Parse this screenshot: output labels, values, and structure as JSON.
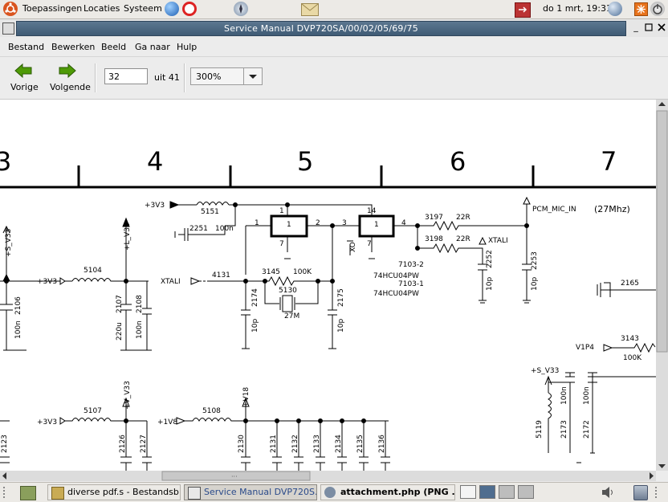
{
  "top_panel": {
    "menus": [
      "Toepassingen",
      "Locaties",
      "Systeem"
    ],
    "clock": "do 1 mrt, 19:31"
  },
  "window": {
    "title": "Service Manual DVP720SA/00/02/05/69/75"
  },
  "menubar": [
    "Bestand",
    "Bewerken",
    "Beeld",
    "Ga naar",
    "Hulp"
  ],
  "toolbar": {
    "back_label": "Vorige",
    "forward_label": "Volgende",
    "page_value": "32",
    "page_of": "uit 41",
    "zoom_value": "300%"
  },
  "schematic": {
    "grid_numbers": [
      "3",
      "4",
      "5",
      "6",
      "7"
    ],
    "labels": {
      "v3v3_top": "+3V3",
      "r5151": "5151",
      "c2251": "2251",
      "c2251_val": "100n",
      "pin1a": "1",
      "pin2": "2",
      "pin3": "3",
      "pin4": "4",
      "pin14": "14",
      "pin7a": "7",
      "pin7b": "7",
      "pin1b": "1",
      "box1": "1",
      "box2": "1",
      "r3197": "3197",
      "r3197_val": "22R",
      "r3198": "3198",
      "r3198_val": "22R",
      "pcm": "PCM_MIC_IN",
      "freq": "(27Mhz)",
      "xtali_r": "XTALI",
      "xo": "XO",
      "c2252": "2252",
      "c2252_val": "10p",
      "c2253": "2253",
      "c2253_val": "10p",
      "ic7103_2": "7103-2",
      "ic7103_1": "7103-1",
      "ic_type1": "74HCU04PW",
      "ic_type2": "74HCU04PW",
      "s_v33_left": "+S_V33",
      "l_v33": "+L_V33",
      "v3v3_mid": "+3V3",
      "l5104": "5104",
      "c2106": "2106",
      "c2106_val": "100n",
      "c2107": "2107",
      "c2107_val": "220u",
      "c2108": "2108",
      "c2108_val": "100n",
      "xtali_in": "XTALI",
      "r4131": "4131",
      "r3145": "3145",
      "r3145_val": "100K",
      "x5130": "5130",
      "x5130_val": "27M",
      "c2174": "2174",
      "c2174_val": "10p",
      "c2175": "2175",
      "c2175_val": "10p",
      "c2165": "2165",
      "v1p4": "V1P4",
      "r3143": "3143",
      "r3143_val": "100K",
      "s_v33_right": "+S_V33",
      "l5119": "5119",
      "c2173": "2173",
      "c2173_val": "100n",
      "c2172": "2172",
      "c2172_val": "100n",
      "v_v33": "+V_V33",
      "v18": "+V18",
      "v3v3_bot": "+3V3",
      "l5107": "5107",
      "v1v8": "+1V8",
      "l5108": "5108",
      "c2123": "2123",
      "c2126": "2126",
      "c2127": "2127",
      "c2130": "2130",
      "c2131": "2131",
      "c2132": "2132",
      "c2133": "2133",
      "c2134": "2134",
      "c2135": "2135",
      "c2136": "2136"
    }
  },
  "taskbar": {
    "tasks": [
      "diverse pdf.s - Bestandsb...",
      "Service Manual DVP720S...",
      "attachment.php (PNG ..."
    ]
  },
  "colors": {
    "title_bar": "#4a6580",
    "active_task_text": "#2a4a8a"
  },
  "icons": [
    "ubuntu-logo-icon",
    "globe-icon",
    "lifebuoy-icon",
    "compass-icon",
    "mail-icon",
    "logout-icon",
    "network-icon",
    "update-icon",
    "power-icon",
    "back-arrow-icon",
    "forward-arrow-icon",
    "volume-icon",
    "trash-icon"
  ]
}
